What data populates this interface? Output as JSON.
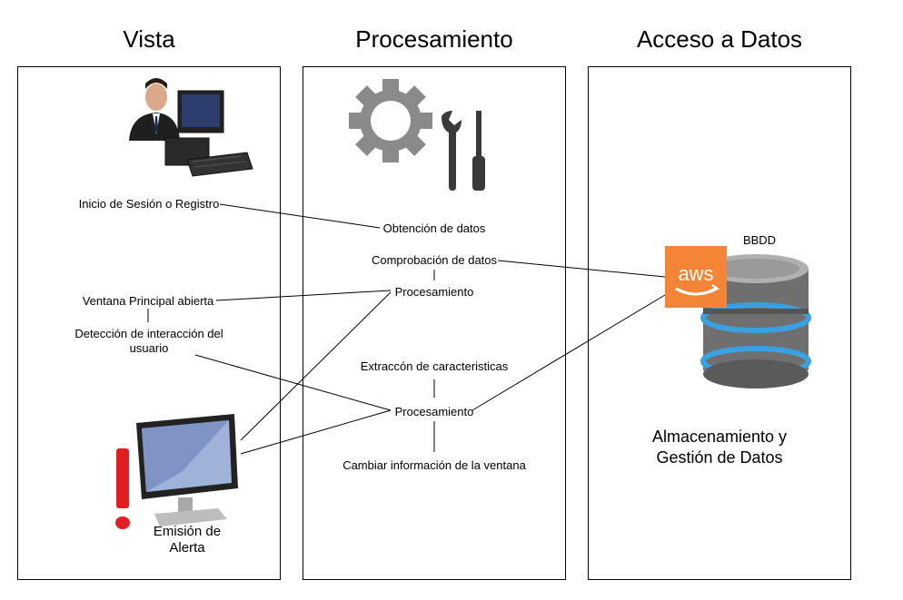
{
  "columns": {
    "vista": "Vista",
    "procesamiento": "Procesamiento",
    "acceso": "Acceso a Datos"
  },
  "vista": {
    "login": "Inicio de Sesión o Registro",
    "main_window": "Ventana Principal abierta",
    "detection_line1": "Detección de interacción del",
    "detection_line2": "usuario",
    "alert_line1": "Emisión de",
    "alert_line2": "Alerta"
  },
  "procesamiento": {
    "obtain": "Obtención de datos",
    "check": "Comprobación de datos",
    "process1": "Procesamiento",
    "extract": "Extraccón de caracteristicas",
    "process2": "Procesamiento",
    "change": "Cambiar información de la ventana"
  },
  "datos": {
    "bbdd": "BBDD",
    "aws": "aws",
    "storage_line1": "Almacenamiento y",
    "storage_line2": "Gestión de Datos"
  },
  "colors": {
    "aws_orange": "#f58536",
    "alert_red": "#e02020",
    "gear_gray": "#8a8a8a",
    "tool_dark": "#3a3a3a"
  }
}
